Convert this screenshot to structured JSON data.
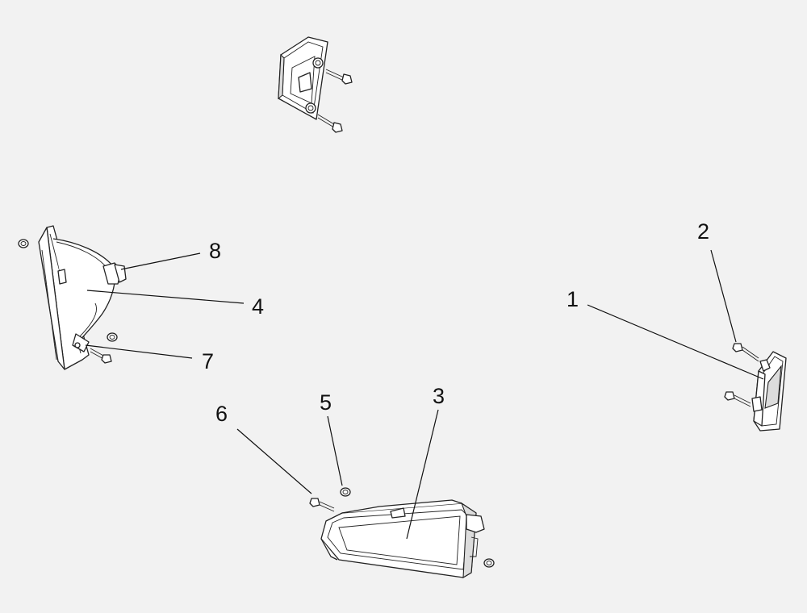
{
  "diagram": {
    "callouts": [
      {
        "id": "1",
        "label": "1"
      },
      {
        "id": "2",
        "label": "2"
      },
      {
        "id": "3",
        "label": "3"
      },
      {
        "id": "4",
        "label": "4"
      },
      {
        "id": "5",
        "label": "5"
      },
      {
        "id": "6",
        "label": "6"
      },
      {
        "id": "7",
        "label": "7"
      },
      {
        "id": "8",
        "label": "8"
      }
    ],
    "colors": {
      "background": "#f2f2f2",
      "line": "#222222",
      "part_fill": "#ffffff",
      "shade": "#dcdcdc"
    }
  }
}
